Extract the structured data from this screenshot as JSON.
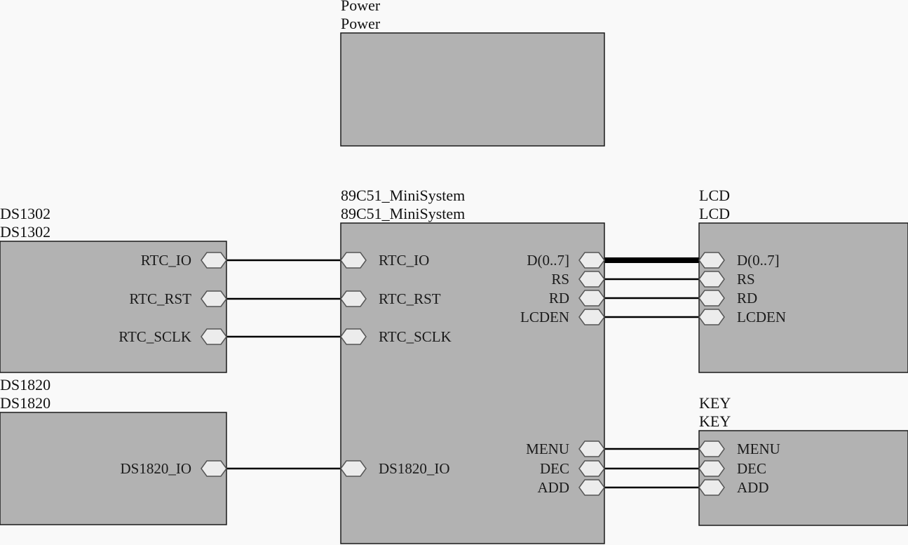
{
  "diagram": {
    "type": "schematic-block-diagram",
    "colors": {
      "background": "#f9f9f9",
      "block_fill": "#b2b2b2",
      "block_stroke": "#1a1a1a",
      "port_fill": "#ececec",
      "wire": "#000000"
    },
    "blocks": [
      {
        "id": "power",
        "name_line1": "Power",
        "name_line2": "Power",
        "ports": []
      },
      {
        "id": "ds1302",
        "name_line1": "DS1302",
        "name_line2": "DS1302",
        "ports": [
          {
            "id": "ds1302_rtc_io",
            "label": "RTC_IO",
            "side": "right"
          },
          {
            "id": "ds1302_rtc_rst",
            "label": "RTC_RST",
            "side": "right"
          },
          {
            "id": "ds1302_rtc_sclk",
            "label": "RTC_SCLK",
            "side": "right"
          }
        ]
      },
      {
        "id": "ds1820",
        "name_line1": "DS1820",
        "name_line2": "DS1820",
        "ports": [
          {
            "id": "ds1820_io",
            "label": "DS1820_IO",
            "side": "right"
          }
        ]
      },
      {
        "id": "mcu",
        "name_line1": "89C51_MiniSystem",
        "name_line2": "89C51_MiniSystem",
        "ports": [
          {
            "id": "mcu_rtc_io",
            "label": "RTC_IO",
            "side": "left"
          },
          {
            "id": "mcu_rtc_rst",
            "label": "RTC_RST",
            "side": "left"
          },
          {
            "id": "mcu_rtc_sclk",
            "label": "RTC_SCLK",
            "side": "left"
          },
          {
            "id": "mcu_ds1820_io",
            "label": "DS1820_IO",
            "side": "left"
          },
          {
            "id": "mcu_d",
            "label": "D(0..7]",
            "side": "right"
          },
          {
            "id": "mcu_rs",
            "label": "RS",
            "side": "right"
          },
          {
            "id": "mcu_rd",
            "label": "RD",
            "side": "right"
          },
          {
            "id": "mcu_lcden",
            "label": "LCDEN",
            "side": "right"
          },
          {
            "id": "mcu_menu",
            "label": "MENU",
            "side": "right"
          },
          {
            "id": "mcu_dec",
            "label": "DEC",
            "side": "right"
          },
          {
            "id": "mcu_add",
            "label": "ADD",
            "side": "right"
          }
        ]
      },
      {
        "id": "lcd",
        "name_line1": "LCD",
        "name_line2": "LCD",
        "ports": [
          {
            "id": "lcd_d",
            "label": "D(0..7]",
            "side": "left"
          },
          {
            "id": "lcd_rs",
            "label": "RS",
            "side": "left"
          },
          {
            "id": "lcd_rd",
            "label": "RD",
            "side": "left"
          },
          {
            "id": "lcd_lcden",
            "label": "LCDEN",
            "side": "left"
          }
        ]
      },
      {
        "id": "key",
        "name_line1": "KEY",
        "name_line2": "KEY",
        "ports": [
          {
            "id": "key_menu",
            "label": "MENU",
            "side": "left"
          },
          {
            "id": "key_dec",
            "label": "DEC",
            "side": "left"
          },
          {
            "id": "key_add",
            "label": "ADD",
            "side": "left"
          }
        ]
      }
    ],
    "connections": [
      {
        "from": "ds1302_rtc_io",
        "to": "mcu_rtc_io",
        "bus": false
      },
      {
        "from": "ds1302_rtc_rst",
        "to": "mcu_rtc_rst",
        "bus": false
      },
      {
        "from": "ds1302_rtc_sclk",
        "to": "mcu_rtc_sclk",
        "bus": false
      },
      {
        "from": "ds1820_io",
        "to": "mcu_ds1820_io",
        "bus": false
      },
      {
        "from": "mcu_d",
        "to": "lcd_d",
        "bus": true
      },
      {
        "from": "mcu_rs",
        "to": "lcd_rs",
        "bus": false
      },
      {
        "from": "mcu_rd",
        "to": "lcd_rd",
        "bus": false
      },
      {
        "from": "mcu_lcden",
        "to": "lcd_lcden",
        "bus": false
      },
      {
        "from": "mcu_menu",
        "to": "key_menu",
        "bus": false
      },
      {
        "from": "mcu_dec",
        "to": "key_dec",
        "bus": false
      },
      {
        "from": "mcu_add",
        "to": "key_add",
        "bus": false
      }
    ]
  }
}
